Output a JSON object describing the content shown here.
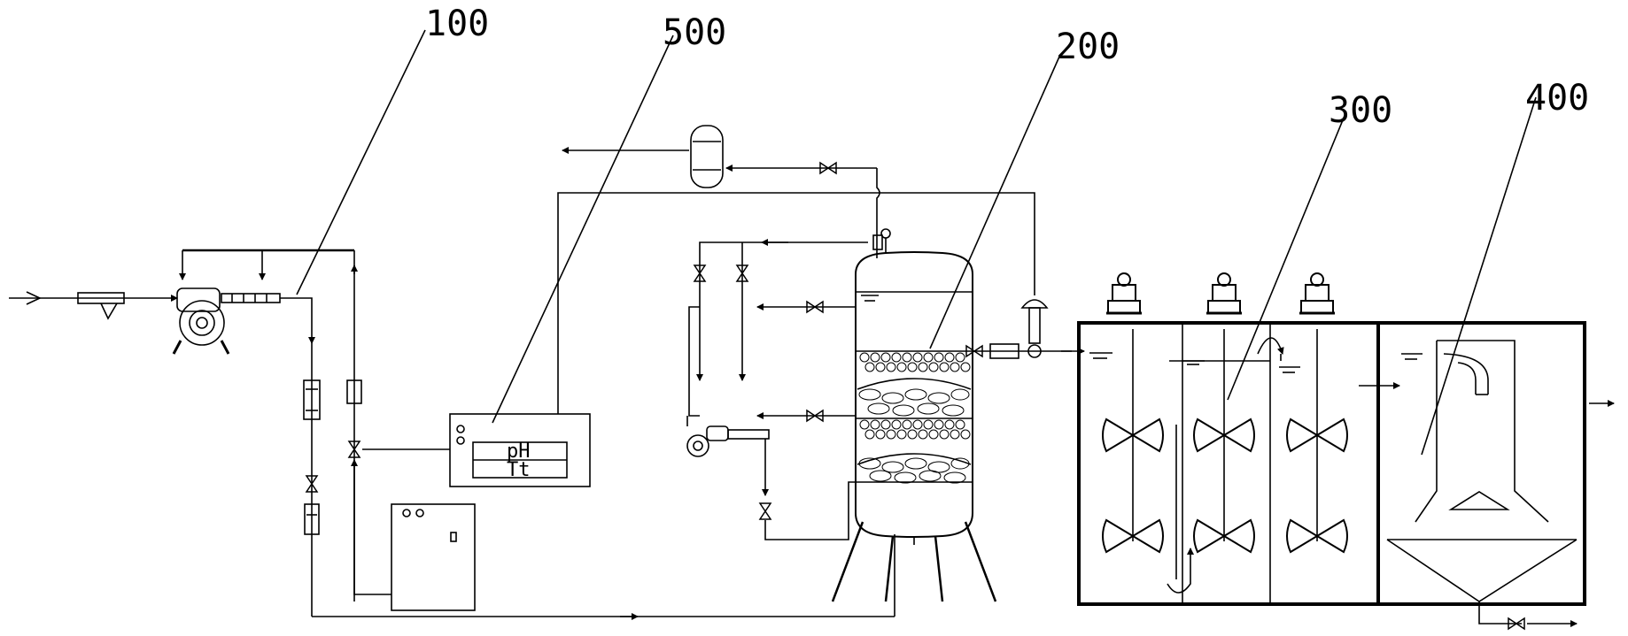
{
  "labels": {
    "ref_100": "100",
    "ref_500": "500",
    "ref_200": "200",
    "ref_300": "300",
    "ref_400": "400"
  },
  "controller": {
    "display_top": "pH",
    "display_bottom": "Tt"
  },
  "colors": {
    "line": "#000000",
    "background": "#ffffff"
  }
}
